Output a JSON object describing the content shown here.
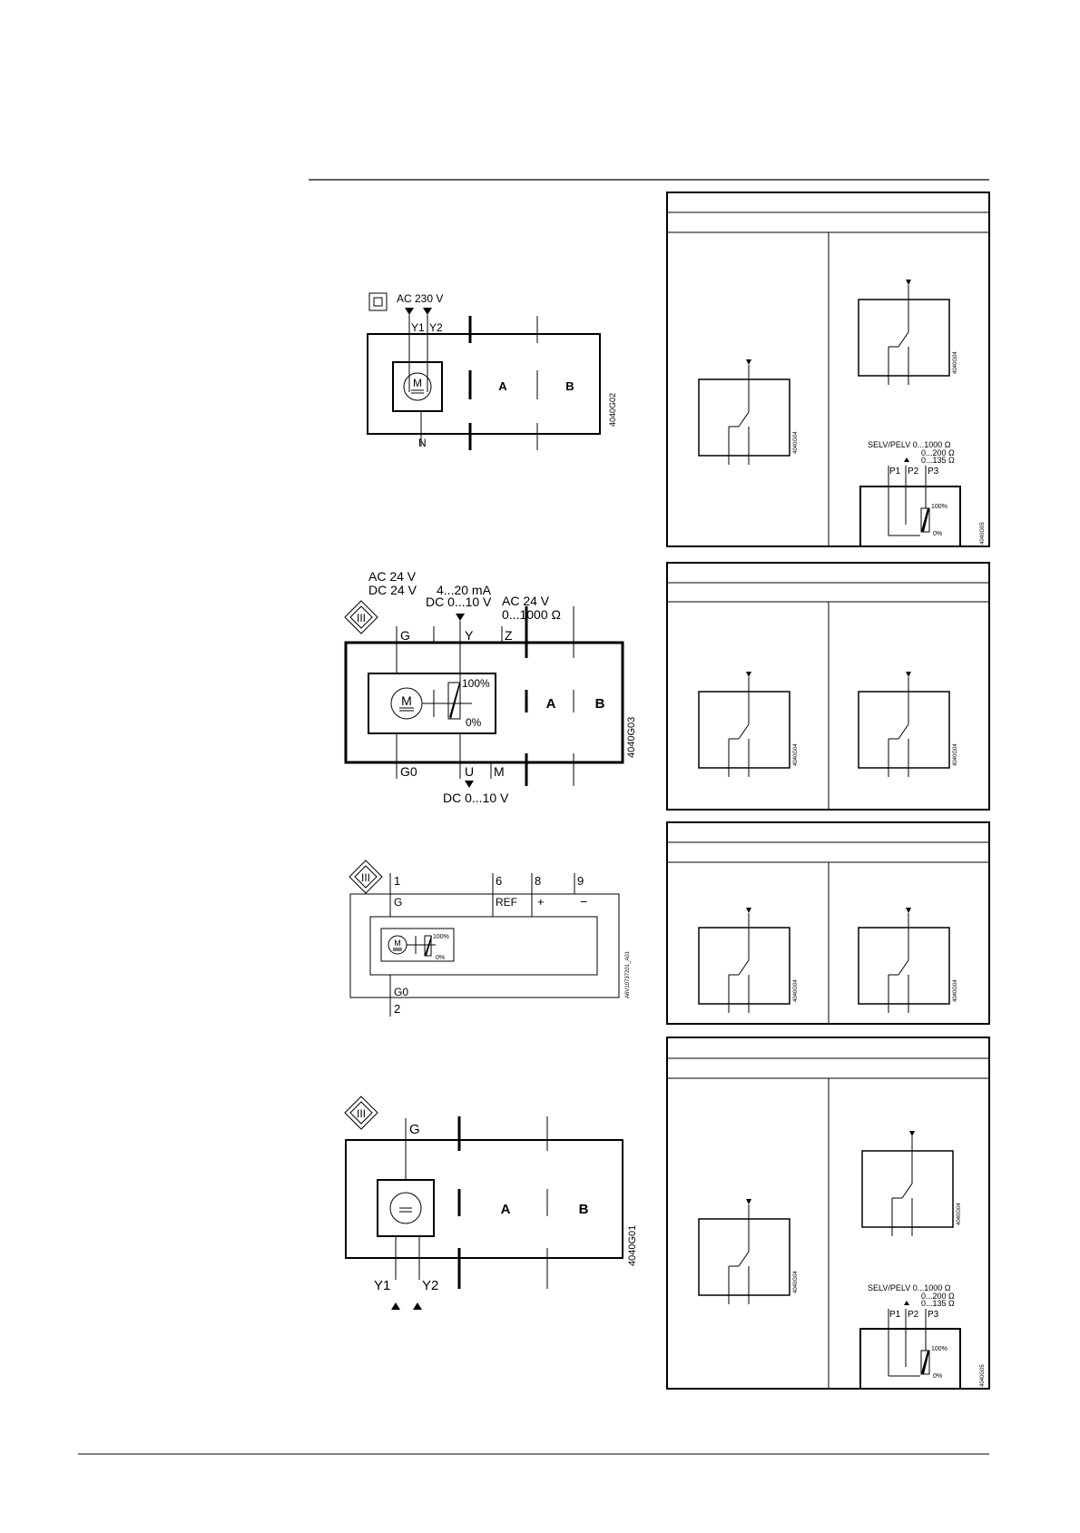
{
  "diagram1": {
    "supply_label": "AC 230 V",
    "terminal_y1": "Y1",
    "terminal_y2": "Y2",
    "terminal_n": "N",
    "motor_letter": "M",
    "aux_a": "A",
    "aux_b": "B",
    "code": "4040G02"
  },
  "diagram2": {
    "supply_line1": "AC 24 V",
    "supply_line2": "DC 24 V",
    "signal_line1": "4...20 mA",
    "signal_line2": "DC 0...10 V",
    "z_line1": "AC 24 V",
    "z_line2": "0...1000 Ω",
    "terminal_g": "G",
    "terminal_y": "Y",
    "terminal_z": "Z",
    "terminal_g0": "G0",
    "terminal_u": "U",
    "terminal_m": "M",
    "feedback_label": "DC 0...10 V",
    "pct_100": "100%",
    "pct_0": "0%",
    "motor_letter": "M",
    "aux_a": "A",
    "aux_b": "B",
    "code": "4040G03"
  },
  "diagram3": {
    "pin1": "1",
    "pin6": "6",
    "pin8": "8",
    "pin9": "9",
    "pin2": "2",
    "label_g": "G",
    "label_ref": "REF",
    "label_plus": "+",
    "label_minus": "−",
    "label_g0": "G0",
    "pct_100": "100%",
    "pct_0": "0%",
    "motor_letter": "M",
    "code": "A6V10737201_A01"
  },
  "diagram4": {
    "terminal_g": "G",
    "terminal_y1": "Y1",
    "terminal_y2": "Y2",
    "aux_a": "A",
    "aux_b": "B",
    "code": "4040G01"
  },
  "switch_code": "4040G04",
  "pot": {
    "selv_line1": "SELV/PELV 0...1000 Ω",
    "selv_line2": "0...200 Ω",
    "selv_line3": "0...135 Ω",
    "p1": "P1",
    "p2": "P2",
    "p3": "P3",
    "pct_100": "100%",
    "pct_0": "0%",
    "code": "4040G05"
  }
}
